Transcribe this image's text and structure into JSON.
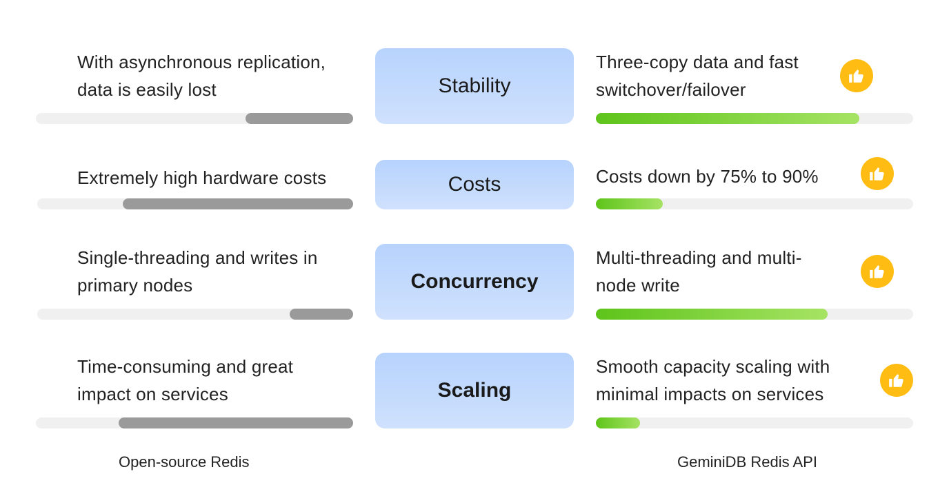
{
  "rows": [
    {
      "category": "Stability",
      "left_lines": [
        "With asynchronous replication,",
        "data is easily lost"
      ],
      "right_lines": [
        "Three-copy data and fast",
        "switchover/failover"
      ],
      "left_level": 0.34,
      "right_level": 0.83
    },
    {
      "category": "Costs",
      "left_lines": [
        "Extremely high hardware costs"
      ],
      "right_lines": [
        "Costs down by 75% to 90%"
      ],
      "left_level": 0.73,
      "right_level": 0.21
    },
    {
      "category": "Concurrency",
      "left_lines": [
        "Single-threading and writes in",
        "primary nodes"
      ],
      "right_lines": [
        "Multi-threading and multi-",
        "node write"
      ],
      "left_level": 0.2,
      "right_level": 0.73
    },
    {
      "category": "Scaling",
      "left_lines": [
        "Time-consuming and great",
        "impact on services"
      ],
      "right_lines": [
        "Smooth capacity scaling with",
        "minimal impacts on services"
      ],
      "left_level": 0.74,
      "right_level": 0.14
    }
  ],
  "footer": {
    "left_label": "Open-source Redis",
    "right_label": "GeminiDB Redis API"
  },
  "icons": {
    "thumb": "thumbs-up-icon"
  },
  "colors": {
    "left_bar": "#9a9a9a",
    "right_bar_start": "#5ec41a",
    "right_bar_end": "#a6e364",
    "track": "#f0f0f0",
    "category_box": "#b7d3fd",
    "thumb_badge": "#ffbd14"
  }
}
